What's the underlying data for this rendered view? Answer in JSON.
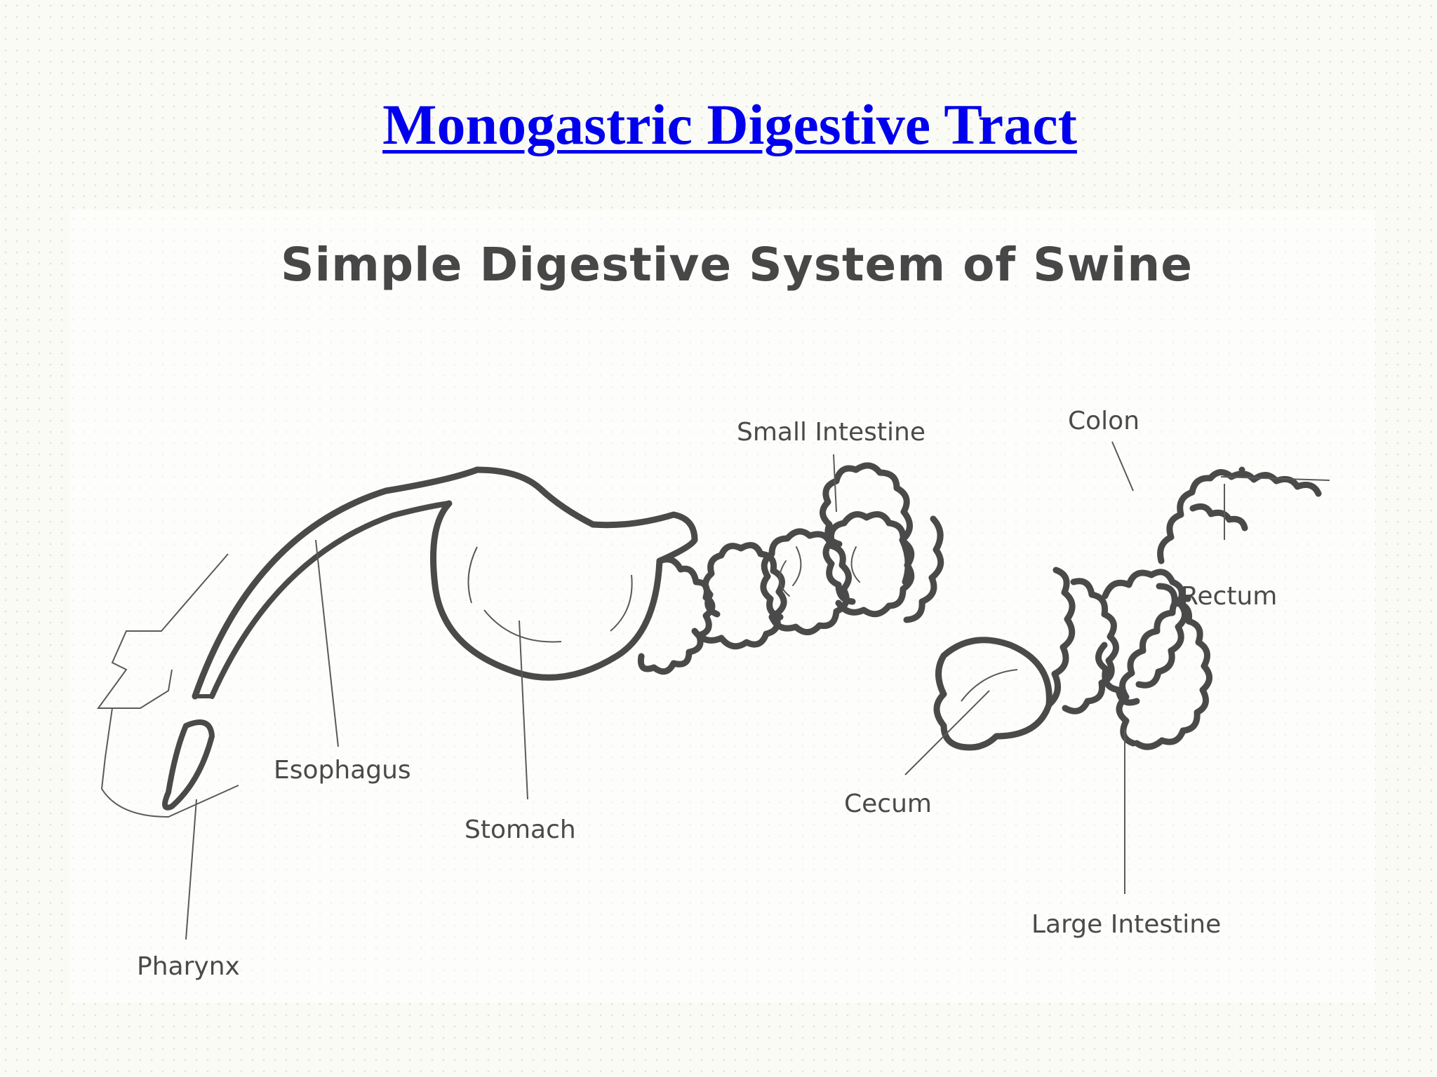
{
  "slide": {
    "title": "Monogastric Digestive Tract",
    "title_color": "#0000ee"
  },
  "diagram": {
    "title": "Simple Digestive System of Swine",
    "labels": {
      "pharynx": "Pharynx",
      "esophagus": "Esophagus",
      "stomach": "Stomach",
      "small_intestine": "Small Intestine",
      "cecum": "Cecum",
      "colon": "Colon",
      "rectum": "Rectum",
      "large_intestine": "Large Intestine"
    },
    "line_color": "#4a4a4a"
  }
}
